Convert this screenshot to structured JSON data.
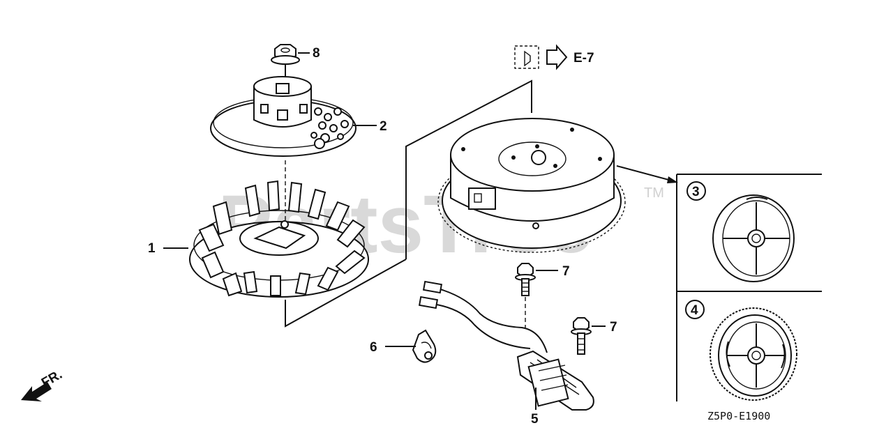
{
  "diagram": {
    "watermark": "PartsTree",
    "trademark": "TM",
    "diagram_code": "Z5P0-E1900",
    "reference": {
      "label": "E-7"
    },
    "front_indicator": {
      "label": "FR."
    },
    "callouts": [
      {
        "number": "1"
      },
      {
        "number": "2"
      },
      {
        "number": "3"
      },
      {
        "number": "4"
      },
      {
        "number": "5"
      },
      {
        "number": "6"
      },
      {
        "number": "7"
      },
      {
        "number": "7"
      },
      {
        "number": "8"
      }
    ]
  }
}
